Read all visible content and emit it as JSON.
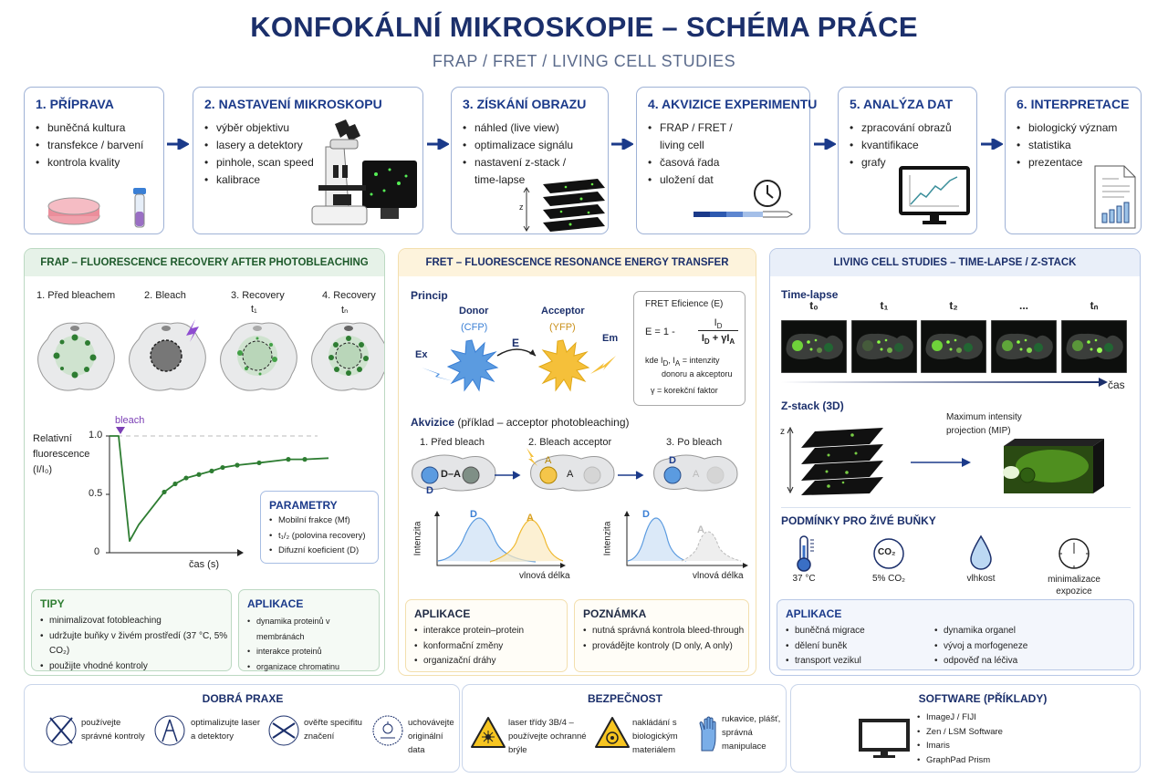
{
  "title": "KONFOKÁLNÍ MIKROSKOPIE – SCHÉMA PRÁCE",
  "subtitle": "FRAP / FRET / LIVING CELL STUDIES",
  "colors": {
    "navy": "#1b2f6b",
    "green": "#2e7d32",
    "purple": "#7b3fb5",
    "blue": "#5b9be0",
    "yellow": "#f5c03a"
  },
  "steps": [
    {
      "title": "1. PŘÍPRAVA",
      "items": [
        "buněčná kultura",
        "transfekce / barvení",
        "kontrola kvality"
      ]
    },
    {
      "title": "2. NASTAVENÍ MIKROSKOPU",
      "items": [
        "výběr objektivu",
        "lasery a detektory",
        "pinhole, scan speed",
        "kalibrace"
      ]
    },
    {
      "title": "3. ZÍSKÁNÍ OBRAZU",
      "items": [
        "náhled (live view)",
        "optimalizace signálu",
        "nastavení z-stack / time-lapse"
      ],
      "z_label": "z"
    },
    {
      "title": "4. AKVIZICE EXPERIMENTU",
      "items": [
        "FRAP / FRET / living cell",
        "časová řada",
        "uložení dat"
      ]
    },
    {
      "title": "5. ANALÝZA DAT",
      "items": [
        "zpracování obrazů",
        "kvantifikace",
        "grafy"
      ]
    },
    {
      "title": "6. INTERPRETACE",
      "items": [
        "biologický význam",
        "statistika",
        "prezentace"
      ]
    }
  ],
  "frap": {
    "header": "FRAP – FLUORESCENCE RECOVERY AFTER PHOTOBLEACHING",
    "stages": [
      "1. Před bleachem",
      "2. Bleach",
      "3. Recovery",
      "4. Recovery"
    ],
    "stage_times": [
      "t₁",
      "tₙ"
    ],
    "bleach_label": "bleach",
    "ylabel": [
      "Relativní",
      "fluorescence",
      "(I/I₀)"
    ],
    "xlabel": "čas (s)",
    "yticks": [
      "1.0",
      "0.5",
      "0"
    ],
    "chart_data": {
      "type": "line",
      "xlabel": "čas (s)",
      "ylabel": "Relativní fluorescence (I/I₀)",
      "ylim": [
        0,
        1
      ],
      "reference_line": 1.0,
      "bleach_time": 3,
      "curve": [
        [
          0,
          1.0
        ],
        [
          2.5,
          1.0
        ],
        [
          5.5,
          0.1
        ],
        [
          8,
          0.24
        ],
        [
          11,
          0.36
        ],
        [
          15,
          0.52
        ],
        [
          18,
          0.59
        ],
        [
          21,
          0.64
        ],
        [
          24.5,
          0.67
        ],
        [
          28,
          0.7
        ],
        [
          31,
          0.73
        ],
        [
          35,
          0.75
        ],
        [
          41,
          0.77
        ],
        [
          49,
          0.8
        ],
        [
          53.5,
          0.8
        ],
        [
          60,
          0.81
        ]
      ],
      "markers": [
        [
          15,
          0.52
        ],
        [
          18,
          0.59
        ],
        [
          21,
          0.64
        ],
        [
          24.5,
          0.67
        ],
        [
          28,
          0.7
        ],
        [
          31,
          0.73
        ],
        [
          35,
          0.75
        ],
        [
          41,
          0.77
        ],
        [
          49,
          0.8
        ],
        [
          53.5,
          0.8
        ]
      ]
    },
    "params": {
      "title": "PARAMETRY",
      "items": [
        "Mobilní frakce (Mf)",
        "t₁/₂ (polovina recovery)",
        "Difuzní koeficient (D)"
      ]
    },
    "tips": {
      "title": "TIPY",
      "items": [
        "minimalizovat fotobleaching",
        "udržujte buňky v živém prostředí (37 °C, 5% CO₂)",
        "použijte vhodné kontroly"
      ]
    },
    "apps": {
      "title": "APLIKACE",
      "items": [
        "dynamika proteinů v membránách",
        "interakce proteinů",
        "organizace chromatinu"
      ]
    }
  },
  "fret": {
    "header": "FRET – FLUORESCENCE RESONANCE ENERGY TRANSFER",
    "principle": "Princip",
    "donor": "Donor",
    "donor_fp": "(CFP)",
    "acceptor": "Acceptor",
    "acceptor_fp": "(YFP)",
    "ex": "Ex",
    "em": "Em",
    "e": "E",
    "formula": {
      "title": "FRET Eficience (E)",
      "lhs": "E =",
      "one_minus": "1 -",
      "I": "I",
      "D": "D",
      "A": "A",
      "plus_gamma": "+ γI",
      "where": "kde",
      "comma": ",",
      "eq_int": "= intenzity",
      "line2": "donoru a akceptoru",
      "line3": "γ = korekční faktor"
    },
    "acq_title": "Akvizice",
    "acq_note": "(příklad – acceptor photobleaching)",
    "acq_stages": [
      "1. Před bleach",
      "2. Bleach acceptor",
      "3. Po bleach"
    ],
    "labels": {
      "d": "D",
      "a": "A",
      "da": "D–A"
    },
    "spectrum_ylabel": "Intenzita",
    "spectrum_xlabel": "vlnová délka",
    "apps": {
      "title": "APLIKACE",
      "items": [
        "interakce protein–protein",
        "konformační změny",
        "organizační dráhy"
      ]
    },
    "note": {
      "title": "POZNÁMKA",
      "items": [
        "nutná správná kontrola bleed-through",
        "provádějte kontroly (D only, A only)"
      ]
    }
  },
  "living": {
    "header": "LIVING CELL STUDIES – TIME-LAPSE / Z-STACK",
    "timelapse": "Time-lapse",
    "frames": [
      "t₀",
      "t₁",
      "t₂",
      "...",
      "tₙ"
    ],
    "time_axis": "čas",
    "zstack": "Z-stack (3D)",
    "z": "z",
    "mip": [
      "Maximum intensity",
      "projection (MIP)"
    ],
    "conditions_title": "PODMÍNKY PRO ŽIVÉ BUŇKY",
    "co2_icon_text": "CO₂",
    "conditions": [
      "37 °C",
      "5% CO₂",
      "vlhkost",
      "minimalizace expozice"
    ],
    "apps": {
      "title": "APLIKACE",
      "col1": [
        "buněčná migrace",
        "dělení buněk",
        "transport vezikul"
      ],
      "col2": [
        "dynamika organel",
        "vývoj a morfogeneze",
        "odpověď na léčiva"
      ]
    }
  },
  "good_practice": {
    "title": "DOBRÁ PRAXE",
    "items": [
      "používejte správné kontroly",
      "optimalizujte laser a detektory",
      "ověřte specifitu značení",
      "uchovávejte originální data"
    ]
  },
  "safety": {
    "title": "BEZPEČNOST",
    "items": [
      "laser třídy 3B/4 – používejte ochranné brýle",
      "nakládání s biologickým materiálem",
      "rukavice, plášť, správná manipulace"
    ]
  },
  "software": {
    "title": "SOFTWARE (PŘÍKLADY)",
    "items": [
      "ImageJ / FIJI",
      "Zen / LSM Software",
      "Imaris",
      "GraphPad Prism"
    ]
  }
}
